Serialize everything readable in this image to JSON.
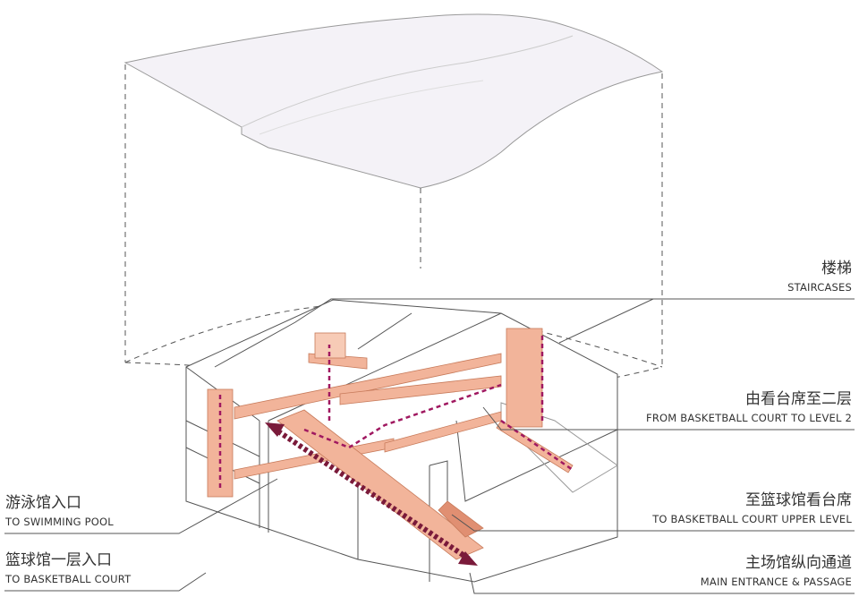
{
  "labels": {
    "staircases": {
      "zh": "楼梯",
      "en": "STAIRCASES"
    },
    "to_level2": {
      "zh": "由看台席至二层",
      "en": "FROM BASKETBALL COURT TO LEVEL 2"
    },
    "to_upper": {
      "zh": "至篮球馆看台席",
      "en": "TO BASKETBALL COURT UPPER LEVEL"
    },
    "main_entrance": {
      "zh": "主场馆纵向通道",
      "en": "MAIN ENTRANCE & PASSAGE"
    },
    "swimming": {
      "zh": "游泳馆入口",
      "en": "TO SWIMMING POOL"
    },
    "basketball": {
      "zh": "篮球馆一层入口",
      "en": "TO BASKETBALL COURT"
    }
  },
  "colors": {
    "path": "#f2b49a",
    "path_dark": "#e08f72",
    "arrow": "#a01860",
    "line": "#555555"
  }
}
